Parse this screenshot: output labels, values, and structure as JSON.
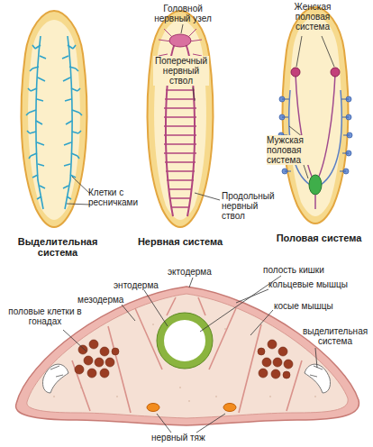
{
  "diagram": {
    "labels": [
      "Головной нервный узел",
      "Женская половая система",
      "Поперечный нервный ствол",
      "Мужская половая система",
      "Продольный нервный ствол",
      "Клетки с ресничками",
      "Выделительная система",
      "Нервная система",
      "Половая система",
      "эктодерма",
      "полость кишки",
      "энтодерма",
      "кольцевые мышцы",
      "мезодерма",
      "косые мышцы",
      "половые клетки в гонадах",
      "выделительная система",
      "нервный тяж"
    ]
  }
}
